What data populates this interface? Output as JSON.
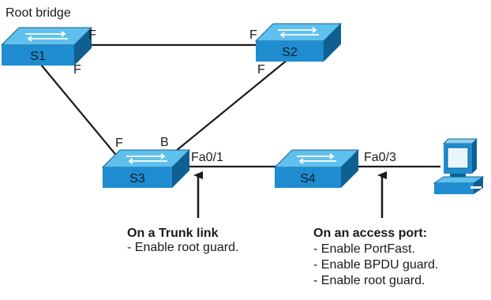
{
  "root_label": "Root bridge",
  "switches": {
    "s1": "S1",
    "s2": "S2",
    "s3": "S3",
    "s4": "S4"
  },
  "port_roles": {
    "s1_right": "F",
    "s1_down": "F",
    "s2_left": "F",
    "s2_down": "F",
    "s3_left": "F",
    "s3_up": "B"
  },
  "interfaces": {
    "s3_to_s4": "Fa0/1",
    "s4_to_pc": "Fa0/3"
  },
  "notes": {
    "trunk": {
      "title": "On a Trunk link",
      "lines": [
        "- Enable root guard."
      ]
    },
    "access": {
      "title": "On an access port:",
      "lines": [
        "- Enable PortFast.",
        "- Enable BPDU guard.",
        "- Enable root guard."
      ]
    }
  },
  "colors": {
    "switch_front": "#1e8ccf",
    "switch_top": "#5fc0ee",
    "switch_side": "#0f5f92",
    "link": "#1a1a1a",
    "pc_screen": "#3aa9e0"
  }
}
